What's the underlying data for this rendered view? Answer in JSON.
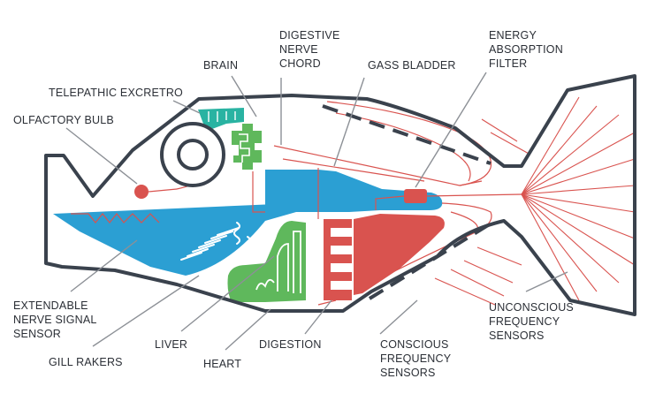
{
  "labels": {
    "telepathic_excretro": "TELEPATHIC EXCRETRO",
    "olfactory_bulb": "OLFACTORY BULB",
    "brain": "BRAIN",
    "digestive_nerve_chord": "DIGESTIVE\nNERVE\nCHORD",
    "gass_bladder": "GASS BLADDER",
    "energy_absorption_filter": "ENERGY\nABSORPTION\nFILTER",
    "extendable_nerve_signal_sensor": "EXTENDABLE\nNERVE SIGNAL\nSENSOR",
    "gill_rakers": "GILL RAKERS",
    "liver": "LIVER",
    "heart": "HEART",
    "digestion": "DIGESTION",
    "conscious_frequency_sensors": "CONSCIOUS\nFREQUENCY\nSENSORS",
    "unconscious_frequency_sensors": "UNCONSCIOUS\nFREQUENCY\nSENSORS"
  },
  "colors": {
    "outline": "#3a424d",
    "blue": "#2b9fd3",
    "red": "#d9534f",
    "green": "#5fb85c",
    "teal": "#29b3a2",
    "leader": "#8c9096",
    "text": "#2b2f36"
  }
}
